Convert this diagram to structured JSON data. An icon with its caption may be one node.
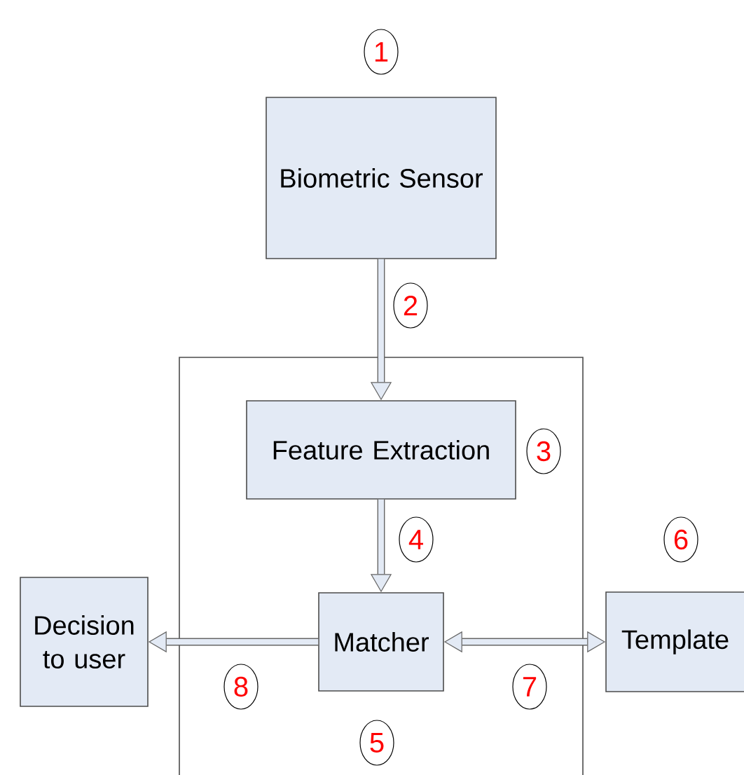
{
  "diagram": {
    "nodes": [
      {
        "text": [
          "Biometric Sensor"
        ]
      },
      {
        "text": [],
        "shape": "box"
      },
      {
        "text": [
          "Feature Extraction"
        ],
        "in": 1
      },
      {
        "text": [
          "Matcher"
        ],
        "in": 1
      },
      {
        "text": [
          "Decision to user"
        ]
      },
      {
        "text": [
          "Template"
        ]
      }
    ],
    "edges": [
      {
        "from": 0,
        "to": 2,
        "arrow": "to"
      },
      {
        "from": 2,
        "to": 3,
        "arrow": "to"
      },
      {
        "from": 3,
        "to": 4,
        "arrow": "to"
      },
      {
        "from": 3,
        "to": 5,
        "arrow": "both"
      }
    ],
    "labels": [
      "1",
      "2",
      "3",
      "4",
      "6",
      "8",
      "7",
      "5"
    ]
  }
}
